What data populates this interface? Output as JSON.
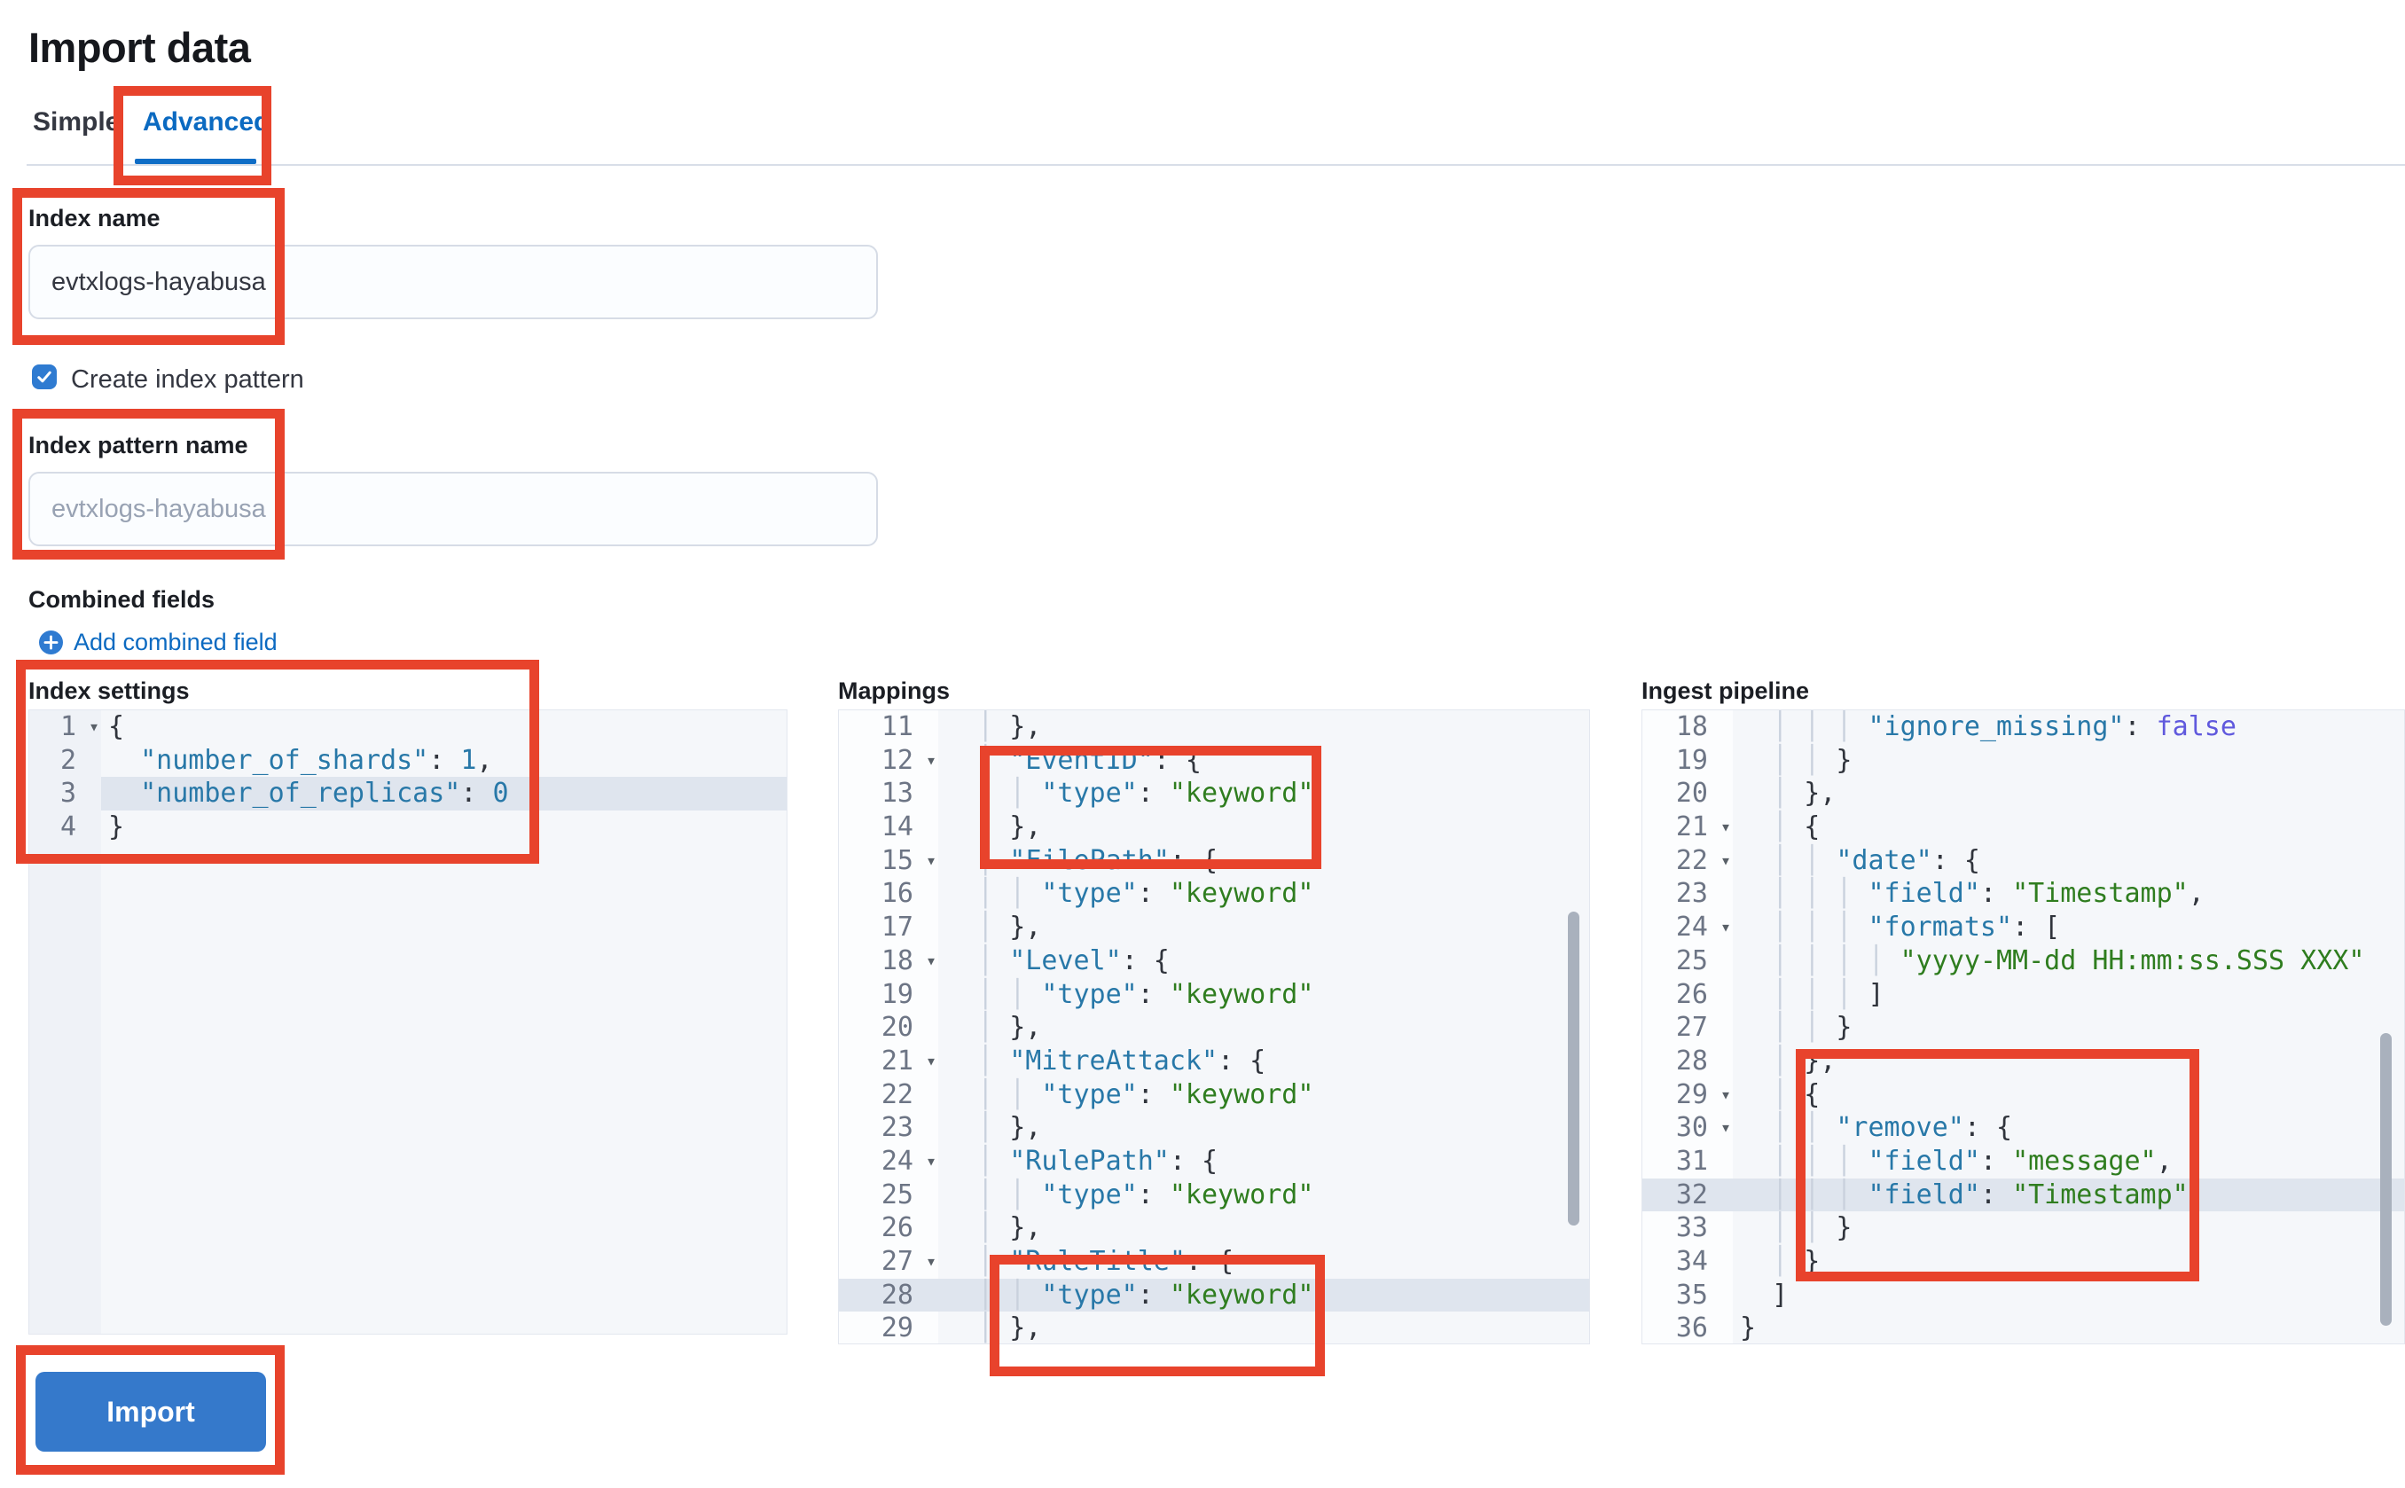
{
  "page": {
    "title": "Import data"
  },
  "tabs": [
    {
      "label": "Simple",
      "active": false
    },
    {
      "label": "Advanced",
      "active": true
    }
  ],
  "index_name": {
    "label": "Index name",
    "value": "evtxlogs-hayabusa"
  },
  "create_index_pattern": {
    "label": "Create index pattern",
    "checked": true
  },
  "index_pattern_name": {
    "label": "Index pattern name",
    "placeholder": "evtxlogs-hayabusa"
  },
  "combined_fields": {
    "label": "Combined fields",
    "add_link": "Add combined field"
  },
  "import_button": {
    "label": "Import"
  },
  "colors": {
    "accent_blue": "#0b6ac1",
    "button_blue": "#3579cb",
    "checkbox_blue": "#2f7bd1",
    "annotation_red": "#e8432c",
    "code_key": "#2878a8",
    "code_string": "#2f7d1f",
    "code_boolean": "#6059dd",
    "active_line": "#dfe5ee"
  },
  "editors": [
    {
      "label": "Index settings",
      "gutter_highlight": false,
      "lines": [
        {
          "n": "1",
          "f": 1,
          "c": [
            [
              "p",
              "{"
            ]
          ]
        },
        {
          "n": "2",
          "c": [
            [
              "p",
              "  "
            ],
            [
              "k",
              "\"number_of_shards\""
            ],
            [
              "p",
              ": "
            ],
            [
              "n",
              "1"
            ],
            [
              "p",
              ","
            ]
          ]
        },
        {
          "n": "3",
          "a": 1,
          "c": [
            [
              "p",
              "  "
            ],
            [
              "k",
              "\"number_of_replicas\""
            ],
            [
              "p",
              ": "
            ],
            [
              "n",
              "0"
            ]
          ]
        },
        {
          "n": "4",
          "c": [
            [
              "p",
              "}"
            ]
          ]
        }
      ]
    },
    {
      "label": "Mappings",
      "gutter_highlight": true,
      "lines": [
        {
          "n": "11",
          "c": [
            [
              "p",
              "  "
            ],
            [
              "g",
              "│"
            ],
            [
              "p",
              " },"
            ]
          ]
        },
        {
          "n": "12",
          "f": 1,
          "c": [
            [
              "p",
              "  "
            ],
            [
              "g",
              "│"
            ],
            [
              "p",
              " "
            ],
            [
              "k",
              "\"EventID\""
            ],
            [
              "p",
              ": {"
            ]
          ]
        },
        {
          "n": "13",
          "c": [
            [
              "p",
              "  "
            ],
            [
              "g",
              "│"
            ],
            [
              "p",
              " "
            ],
            [
              "g",
              "│"
            ],
            [
              "p",
              " "
            ],
            [
              "k",
              "\"type\""
            ],
            [
              "p",
              ": "
            ],
            [
              "s",
              "\"keyword\""
            ]
          ]
        },
        {
          "n": "14",
          "c": [
            [
              "p",
              "  "
            ],
            [
              "g",
              "│"
            ],
            [
              "p",
              " },"
            ]
          ]
        },
        {
          "n": "15",
          "f": 1,
          "c": [
            [
              "p",
              "  "
            ],
            [
              "g",
              "│"
            ],
            [
              "p",
              " "
            ],
            [
              "k",
              "\"FilePath\""
            ],
            [
              "p",
              ": {"
            ]
          ]
        },
        {
          "n": "16",
          "c": [
            [
              "p",
              "  "
            ],
            [
              "g",
              "│"
            ],
            [
              "p",
              " "
            ],
            [
              "g",
              "│"
            ],
            [
              "p",
              " "
            ],
            [
              "k",
              "\"type\""
            ],
            [
              "p",
              ": "
            ],
            [
              "s",
              "\"keyword\""
            ]
          ]
        },
        {
          "n": "17",
          "c": [
            [
              "p",
              "  "
            ],
            [
              "g",
              "│"
            ],
            [
              "p",
              " },"
            ]
          ]
        },
        {
          "n": "18",
          "f": 1,
          "c": [
            [
              "p",
              "  "
            ],
            [
              "g",
              "│"
            ],
            [
              "p",
              " "
            ],
            [
              "k",
              "\"Level\""
            ],
            [
              "p",
              ": {"
            ]
          ]
        },
        {
          "n": "19",
          "c": [
            [
              "p",
              "  "
            ],
            [
              "g",
              "│"
            ],
            [
              "p",
              " "
            ],
            [
              "g",
              "│"
            ],
            [
              "p",
              " "
            ],
            [
              "k",
              "\"type\""
            ],
            [
              "p",
              ": "
            ],
            [
              "s",
              "\"keyword\""
            ]
          ]
        },
        {
          "n": "20",
          "c": [
            [
              "p",
              "  "
            ],
            [
              "g",
              "│"
            ],
            [
              "p",
              " },"
            ]
          ]
        },
        {
          "n": "21",
          "f": 1,
          "c": [
            [
              "p",
              "  "
            ],
            [
              "g",
              "│"
            ],
            [
              "p",
              " "
            ],
            [
              "k",
              "\"MitreAttack\""
            ],
            [
              "p",
              ": {"
            ]
          ]
        },
        {
          "n": "22",
          "c": [
            [
              "p",
              "  "
            ],
            [
              "g",
              "│"
            ],
            [
              "p",
              " "
            ],
            [
              "g",
              "│"
            ],
            [
              "p",
              " "
            ],
            [
              "k",
              "\"type\""
            ],
            [
              "p",
              ": "
            ],
            [
              "s",
              "\"keyword\""
            ]
          ]
        },
        {
          "n": "23",
          "c": [
            [
              "p",
              "  "
            ],
            [
              "g",
              "│"
            ],
            [
              "p",
              " },"
            ]
          ]
        },
        {
          "n": "24",
          "f": 1,
          "c": [
            [
              "p",
              "  "
            ],
            [
              "g",
              "│"
            ],
            [
              "p",
              " "
            ],
            [
              "k",
              "\"RulePath\""
            ],
            [
              "p",
              ": {"
            ]
          ]
        },
        {
          "n": "25",
          "c": [
            [
              "p",
              "  "
            ],
            [
              "g",
              "│"
            ],
            [
              "p",
              " "
            ],
            [
              "g",
              "│"
            ],
            [
              "p",
              " "
            ],
            [
              "k",
              "\"type\""
            ],
            [
              "p",
              ": "
            ],
            [
              "s",
              "\"keyword\""
            ]
          ]
        },
        {
          "n": "26",
          "c": [
            [
              "p",
              "  "
            ],
            [
              "g",
              "│"
            ],
            [
              "p",
              " },"
            ]
          ]
        },
        {
          "n": "27",
          "f": 1,
          "c": [
            [
              "p",
              "  "
            ],
            [
              "g",
              "│"
            ],
            [
              "p",
              " "
            ],
            [
              "k",
              "\"RuleTitle\""
            ],
            [
              "p",
              ": {"
            ]
          ]
        },
        {
          "n": "28",
          "a": 1,
          "c": [
            [
              "p",
              "  "
            ],
            [
              "g",
              "│"
            ],
            [
              "p",
              " "
            ],
            [
              "g",
              "│"
            ],
            [
              "p",
              " "
            ],
            [
              "k",
              "\"type\""
            ],
            [
              "p",
              ": "
            ],
            [
              "s",
              "\"keyword\""
            ]
          ]
        },
        {
          "n": "29",
          "c": [
            [
              "p",
              "  "
            ],
            [
              "g",
              "│"
            ],
            [
              "p",
              " },"
            ]
          ]
        }
      ]
    },
    {
      "label": "Ingest pipeline",
      "gutter_highlight": true,
      "lines": [
        {
          "n": "18",
          "c": [
            [
              "p",
              "  "
            ],
            [
              "g",
              "│"
            ],
            [
              "p",
              " "
            ],
            [
              "g",
              "│"
            ],
            [
              "p",
              " "
            ],
            [
              "g",
              "│"
            ],
            [
              "p",
              " "
            ],
            [
              "k",
              "\"ignore_missing\""
            ],
            [
              "p",
              ": "
            ],
            [
              "b",
              "false"
            ]
          ]
        },
        {
          "n": "19",
          "c": [
            [
              "p",
              "  "
            ],
            [
              "g",
              "│"
            ],
            [
              "p",
              " "
            ],
            [
              "g",
              "│"
            ],
            [
              "p",
              " }"
            ]
          ]
        },
        {
          "n": "20",
          "c": [
            [
              "p",
              "  "
            ],
            [
              "g",
              "│"
            ],
            [
              "p",
              " },"
            ]
          ]
        },
        {
          "n": "21",
          "f": 1,
          "c": [
            [
              "p",
              "  "
            ],
            [
              "g",
              "│"
            ],
            [
              "p",
              " {"
            ]
          ]
        },
        {
          "n": "22",
          "f": 1,
          "c": [
            [
              "p",
              "  "
            ],
            [
              "g",
              "│"
            ],
            [
              "p",
              " "
            ],
            [
              "g",
              "│"
            ],
            [
              "p",
              " "
            ],
            [
              "k",
              "\"date\""
            ],
            [
              "p",
              ": {"
            ]
          ]
        },
        {
          "n": "23",
          "c": [
            [
              "p",
              "  "
            ],
            [
              "g",
              "│"
            ],
            [
              "p",
              " "
            ],
            [
              "g",
              "│"
            ],
            [
              "p",
              " "
            ],
            [
              "g",
              "│"
            ],
            [
              "p",
              " "
            ],
            [
              "k",
              "\"field\""
            ],
            [
              "p",
              ": "
            ],
            [
              "s",
              "\"Timestamp\""
            ],
            [
              "p",
              ","
            ]
          ]
        },
        {
          "n": "24",
          "f": 1,
          "c": [
            [
              "p",
              "  "
            ],
            [
              "g",
              "│"
            ],
            [
              "p",
              " "
            ],
            [
              "g",
              "│"
            ],
            [
              "p",
              " "
            ],
            [
              "g",
              "│"
            ],
            [
              "p",
              " "
            ],
            [
              "k",
              "\"formats\""
            ],
            [
              "p",
              ": ["
            ]
          ]
        },
        {
          "n": "25",
          "c": [
            [
              "p",
              "  "
            ],
            [
              "g",
              "│"
            ],
            [
              "p",
              " "
            ],
            [
              "g",
              "│"
            ],
            [
              "p",
              " "
            ],
            [
              "g",
              "│"
            ],
            [
              "p",
              " "
            ],
            [
              "g",
              "│"
            ],
            [
              "p",
              " "
            ],
            [
              "s",
              "\"yyyy-MM-dd HH:mm:ss.SSS XXX\""
            ]
          ]
        },
        {
          "n": "26",
          "c": [
            [
              "p",
              "  "
            ],
            [
              "g",
              "│"
            ],
            [
              "p",
              " "
            ],
            [
              "g",
              "│"
            ],
            [
              "p",
              " "
            ],
            [
              "g",
              "│"
            ],
            [
              "p",
              " ]"
            ]
          ]
        },
        {
          "n": "27",
          "c": [
            [
              "p",
              "  "
            ],
            [
              "g",
              "│"
            ],
            [
              "p",
              " "
            ],
            [
              "g",
              "│"
            ],
            [
              "p",
              " }"
            ]
          ]
        },
        {
          "n": "28",
          "c": [
            [
              "p",
              "  "
            ],
            [
              "g",
              "│"
            ],
            [
              "p",
              " },"
            ]
          ]
        },
        {
          "n": "29",
          "f": 1,
          "c": [
            [
              "p",
              "  "
            ],
            [
              "g",
              "│"
            ],
            [
              "p",
              " {"
            ]
          ]
        },
        {
          "n": "30",
          "f": 1,
          "c": [
            [
              "p",
              "  "
            ],
            [
              "g",
              "│"
            ],
            [
              "p",
              " "
            ],
            [
              "g",
              "│"
            ],
            [
              "p",
              " "
            ],
            [
              "k",
              "\"remove\""
            ],
            [
              "p",
              ": {"
            ]
          ]
        },
        {
          "n": "31",
          "c": [
            [
              "p",
              "  "
            ],
            [
              "g",
              "│"
            ],
            [
              "p",
              " "
            ],
            [
              "g",
              "│"
            ],
            [
              "p",
              " "
            ],
            [
              "g",
              "│"
            ],
            [
              "p",
              " "
            ],
            [
              "k",
              "\"field\""
            ],
            [
              "p",
              ": "
            ],
            [
              "s",
              "\"message\""
            ],
            [
              "p",
              ","
            ]
          ]
        },
        {
          "n": "32",
          "a": 1,
          "c": [
            [
              "p",
              "  "
            ],
            [
              "g",
              "│"
            ],
            [
              "p",
              " "
            ],
            [
              "g",
              "│"
            ],
            [
              "p",
              " "
            ],
            [
              "g",
              "│"
            ],
            [
              "p",
              " "
            ],
            [
              "k",
              "\"field\""
            ],
            [
              "p",
              ": "
            ],
            [
              "s",
              "\"Timestamp\""
            ]
          ]
        },
        {
          "n": "33",
          "c": [
            [
              "p",
              "  "
            ],
            [
              "g",
              "│"
            ],
            [
              "p",
              " "
            ],
            [
              "g",
              "│"
            ],
            [
              "p",
              " }"
            ]
          ]
        },
        {
          "n": "34",
          "c": [
            [
              "p",
              "  "
            ],
            [
              "g",
              "│"
            ],
            [
              "p",
              " }"
            ]
          ]
        },
        {
          "n": "35",
          "c": [
            [
              "p",
              "  ]"
            ]
          ]
        },
        {
          "n": "36",
          "c": [
            [
              "p",
              "}"
            ]
          ]
        }
      ]
    }
  ]
}
